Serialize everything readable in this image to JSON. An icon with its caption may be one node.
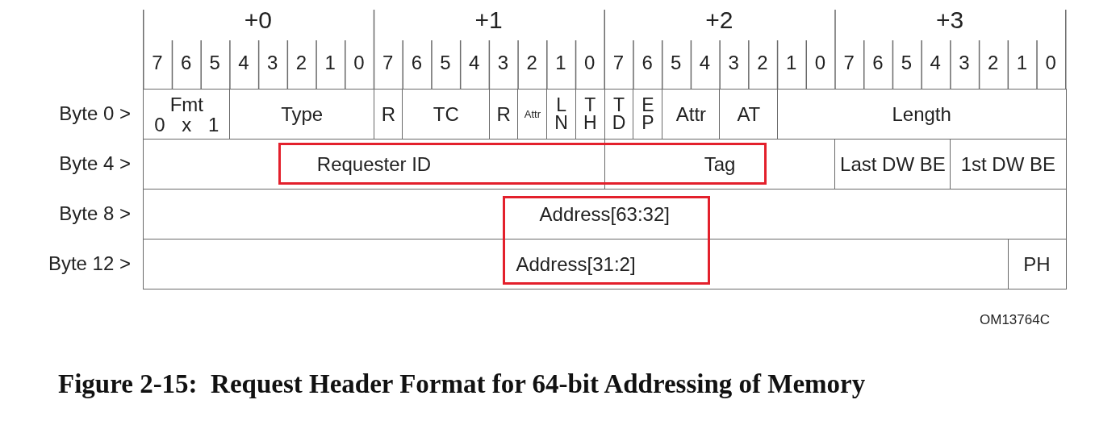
{
  "diagram": {
    "caption": "Figure 2-15:  Request Header Format for 64-bit Addressing of Memory",
    "nodes": [
      {
        "text": [
          "Fmt",
          "0 x 1"
        ]
      },
      {
        "text": [
          "Type"
        ]
      },
      {
        "text": [
          "R"
        ]
      },
      {
        "text": [
          "TC"
        ]
      },
      {
        "text": [
          "R"
        ]
      },
      {
        "text": [
          "Attr"
        ]
      },
      {
        "text": [
          "L N"
        ]
      },
      {
        "text": [
          "T H"
        ]
      },
      {
        "text": [
          "T D"
        ]
      },
      {
        "text": [
          "E P"
        ]
      },
      {
        "text": [
          "Attr"
        ]
      },
      {
        "text": [
          "AT"
        ]
      },
      {
        "text": [
          "Length"
        ]
      },
      {
        "text": [
          "Requester ID"
        ]
      },
      {
        "text": [
          "Tag"
        ]
      },
      {
        "text": [
          "Last DW BE"
        ]
      },
      {
        "text": [
          "1st DW BE"
        ]
      },
      {
        "text": [
          "Address[63:32]"
        ]
      },
      {
        "text": [
          "Address[31:2]"
        ]
      },
      {
        "text": [
          "PH"
        ]
      }
    ],
    "labels": [
      "+0",
      "+1",
      "+2",
      "+3",
      "7",
      "6",
      "5",
      "4",
      "3",
      "2",
      "1",
      "0",
      "7",
      "6",
      "5",
      "4",
      "3",
      "2",
      "1",
      "0",
      "7",
      "6",
      "5",
      "4",
      "3",
      "2",
      "1",
      "0",
      "7",
      "6",
      "5",
      "4",
      "3",
      "2",
      "1",
      "0",
      "Byte 0 >",
      "Byte 4 >",
      "Byte 8 >",
      "Byte 12 >",
      "OM13764C"
    ]
  }
}
